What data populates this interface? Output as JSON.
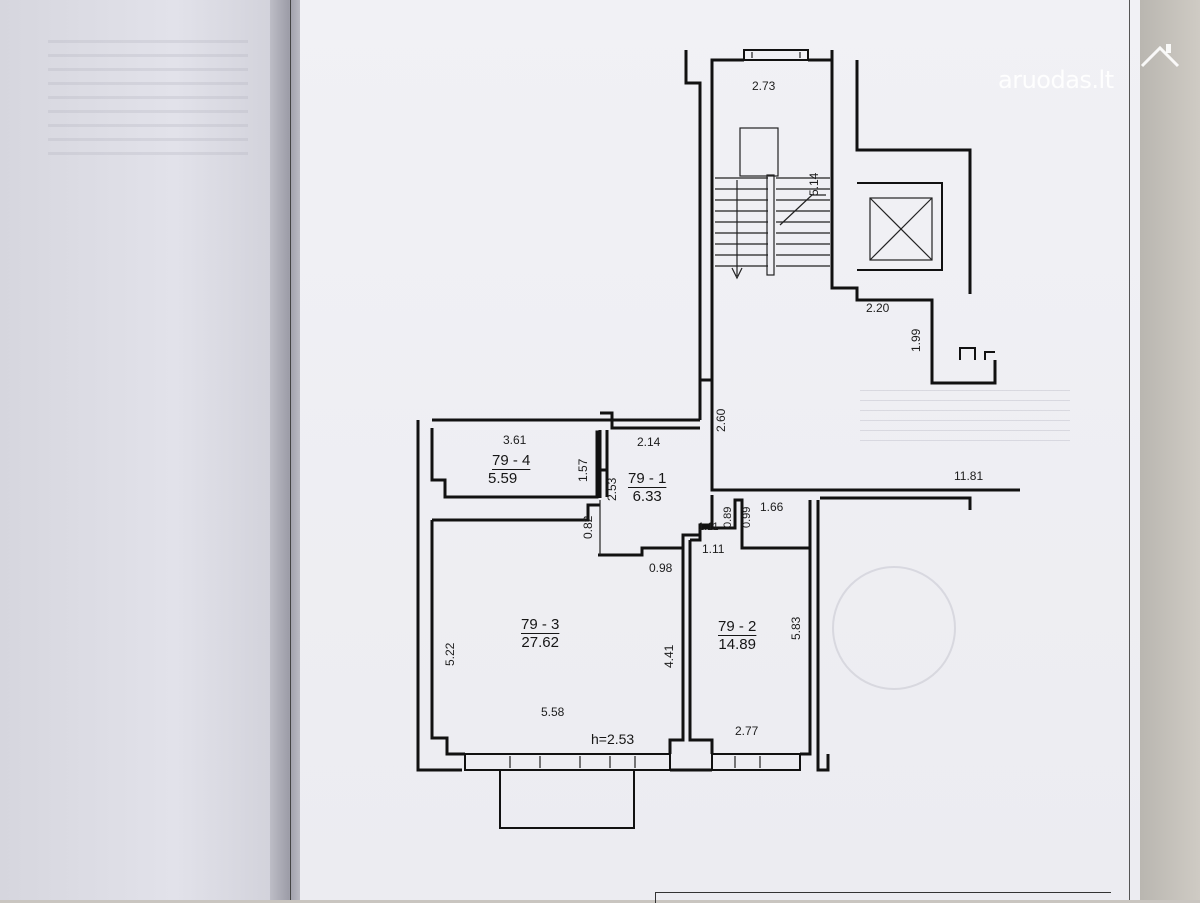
{
  "watermark": {
    "text": "aruodas.lt",
    "icon": "house-roof-icon"
  },
  "rooms": [
    {
      "id": "79 - 4",
      "area": "5.59"
    },
    {
      "id": "79 - 1",
      "area": "6.33"
    },
    {
      "id": "79 - 3",
      "area": "27.62"
    },
    {
      "id": "79 - 2",
      "area": "14.89"
    }
  ],
  "ceiling_height": "h=2.53",
  "dimensions": {
    "stair_top": "2.73",
    "stair_length": "5.14",
    "lift_width": "2.20",
    "lift_side": "1.99",
    "corridor_height": "2.60",
    "corridor_length": "11.81",
    "room4_width": "3.61",
    "room4_height": "1.57",
    "hall_width": "2.14",
    "hall_height": "2.53",
    "hall_jog": "0.82",
    "niche_a": "1.11",
    "niche_b": "0.89",
    "niche_c": "0.99",
    "niche_d": "1.11",
    "door_jog": "0.98",
    "room2_top": "1.66",
    "room2_height": "5.83",
    "room2_bottom": "2.77",
    "room3_height": "5.22",
    "room3_width": "5.58",
    "room3_inner": "4.41"
  }
}
